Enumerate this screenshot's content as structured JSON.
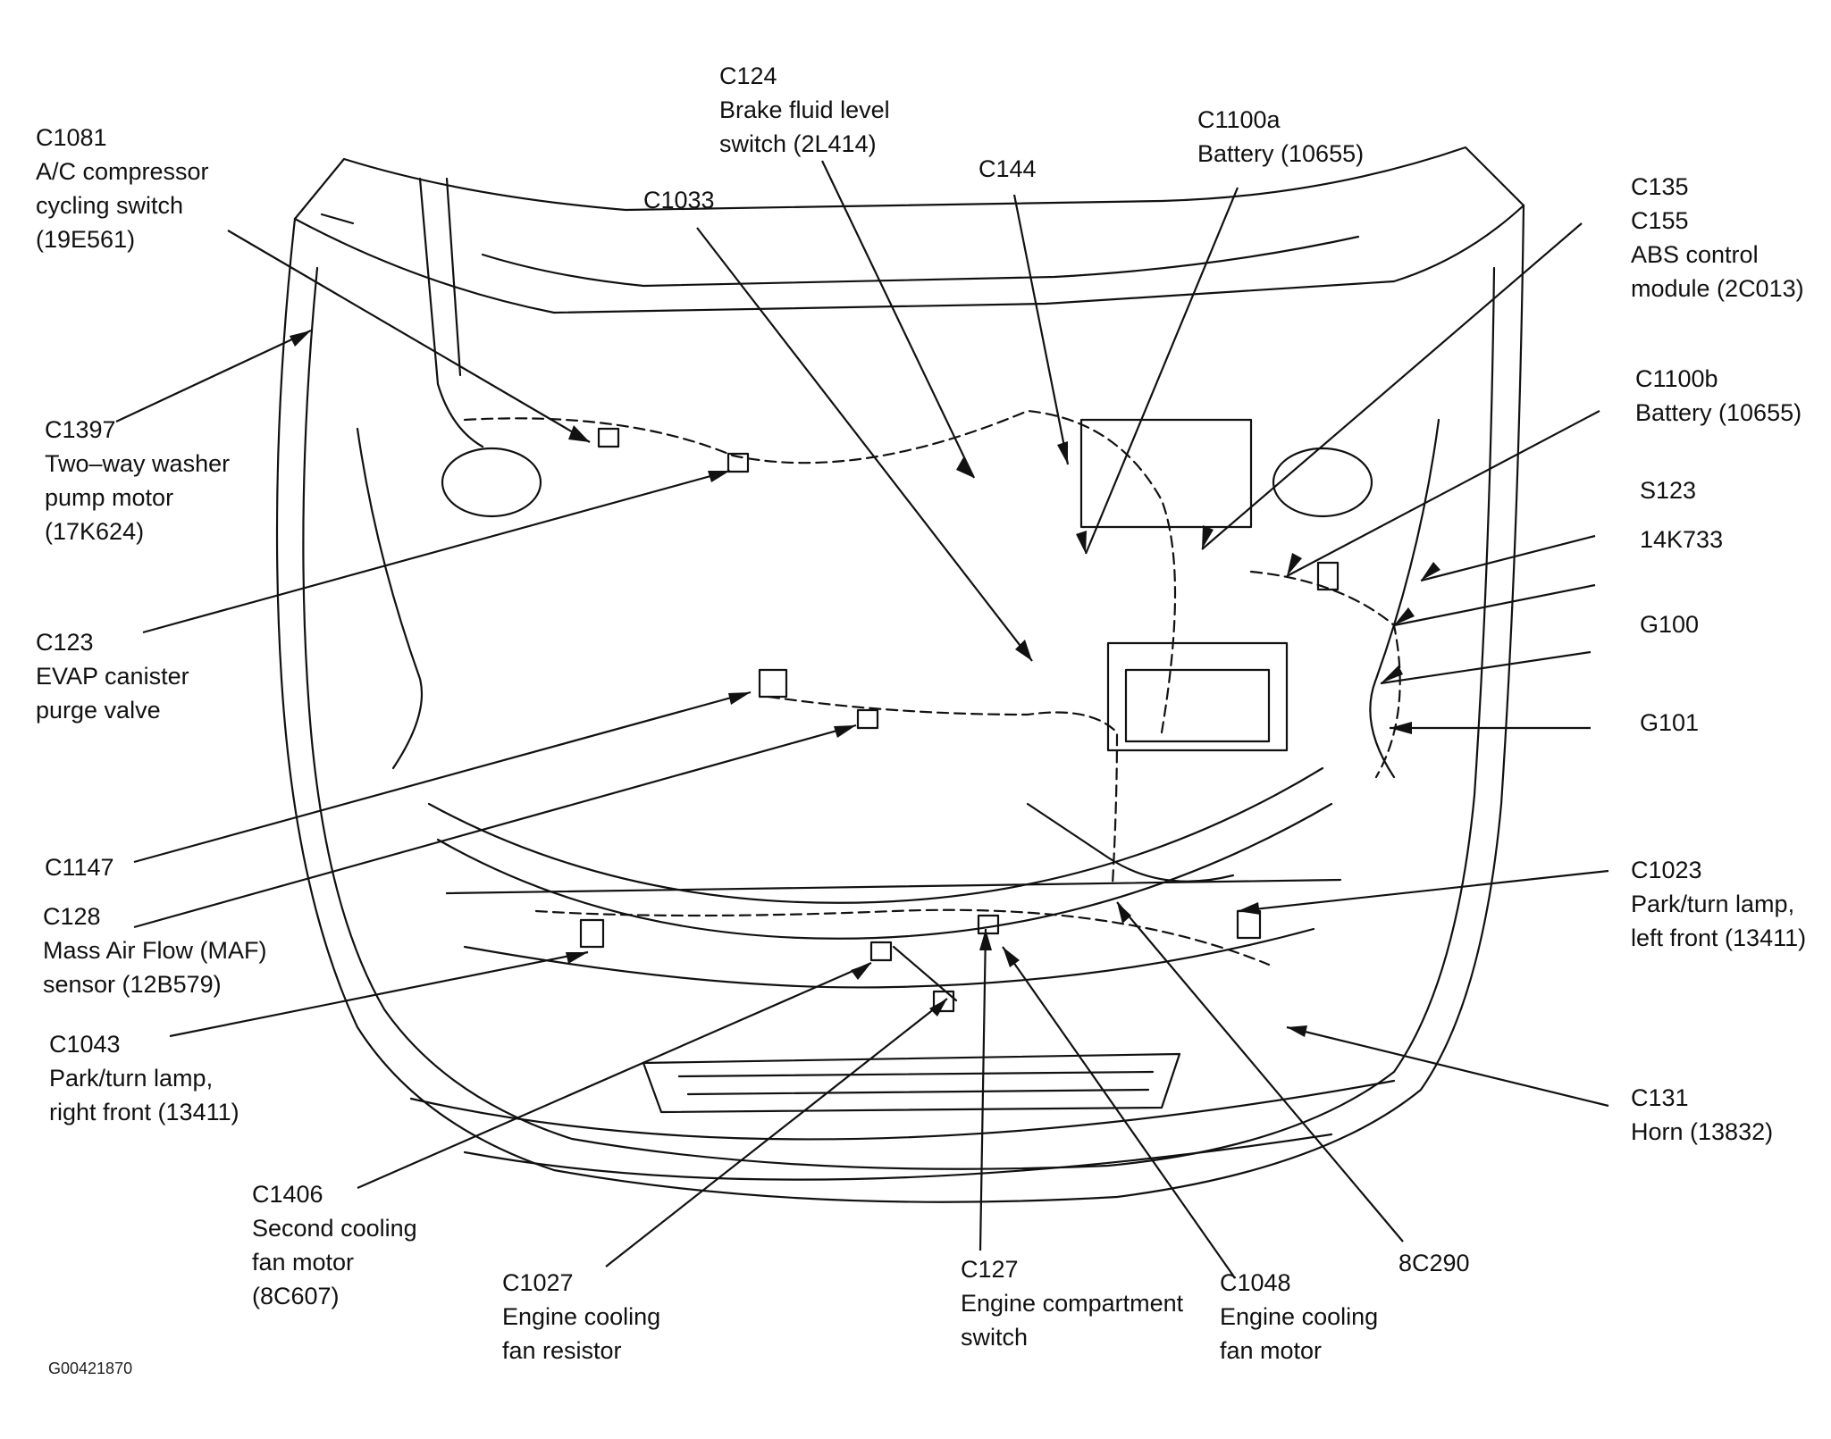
{
  "figure_id": "G00421870",
  "callouts": [
    {
      "id": "c1081",
      "lines": [
        "C1081",
        "A/C compressor",
        "cycling switch",
        "(19E561)"
      ]
    },
    {
      "id": "c124",
      "lines": [
        "C124",
        "Brake fluid level",
        "switch (2L414)"
      ]
    },
    {
      "id": "c1033",
      "lines": [
        "C1033"
      ]
    },
    {
      "id": "c144",
      "lines": [
        "C144"
      ]
    },
    {
      "id": "c1100a",
      "lines": [
        "C1100a",
        "Battery (10655)"
      ]
    },
    {
      "id": "c135",
      "lines": [
        "C135",
        "C155",
        "ABS control",
        "module (2C013)"
      ]
    },
    {
      "id": "c1100b",
      "lines": [
        "C1100b",
        "Battery (10655)"
      ]
    },
    {
      "id": "s123",
      "lines": [
        "S123"
      ]
    },
    {
      "id": "14k733",
      "lines": [
        "14K733"
      ]
    },
    {
      "id": "g100",
      "lines": [
        "G100"
      ]
    },
    {
      "id": "g101",
      "lines": [
        "G101"
      ]
    },
    {
      "id": "c1397",
      "lines": [
        "C1397",
        "Two–way washer",
        "pump motor",
        "(17K624)"
      ]
    },
    {
      "id": "c123",
      "lines": [
        "C123",
        "EVAP canister",
        "purge valve"
      ]
    },
    {
      "id": "c1147",
      "lines": [
        "C1147"
      ]
    },
    {
      "id": "c128",
      "lines": [
        "C128",
        "Mass Air Flow (MAF)",
        "sensor (12B579)"
      ]
    },
    {
      "id": "c1043",
      "lines": [
        "C1043",
        "Park/turn lamp,",
        "right front (13411)"
      ]
    },
    {
      "id": "c1023",
      "lines": [
        "C1023",
        "Park/turn lamp,",
        "left front (13411)"
      ]
    },
    {
      "id": "c131",
      "lines": [
        "C131",
        "Horn (13832)"
      ]
    },
    {
      "id": "c1406",
      "lines": [
        "C1406",
        "Second cooling",
        "fan motor",
        "(8C607)"
      ]
    },
    {
      "id": "c1027",
      "lines": [
        "C1027",
        "Engine cooling",
        "fan resistor"
      ]
    },
    {
      "id": "c127",
      "lines": [
        "C127",
        "Engine compartment",
        "switch"
      ]
    },
    {
      "id": "c1048",
      "lines": [
        "C1048",
        "Engine cooling",
        "fan motor"
      ]
    },
    {
      "id": "8c290",
      "lines": [
        "8C290"
      ]
    }
  ]
}
